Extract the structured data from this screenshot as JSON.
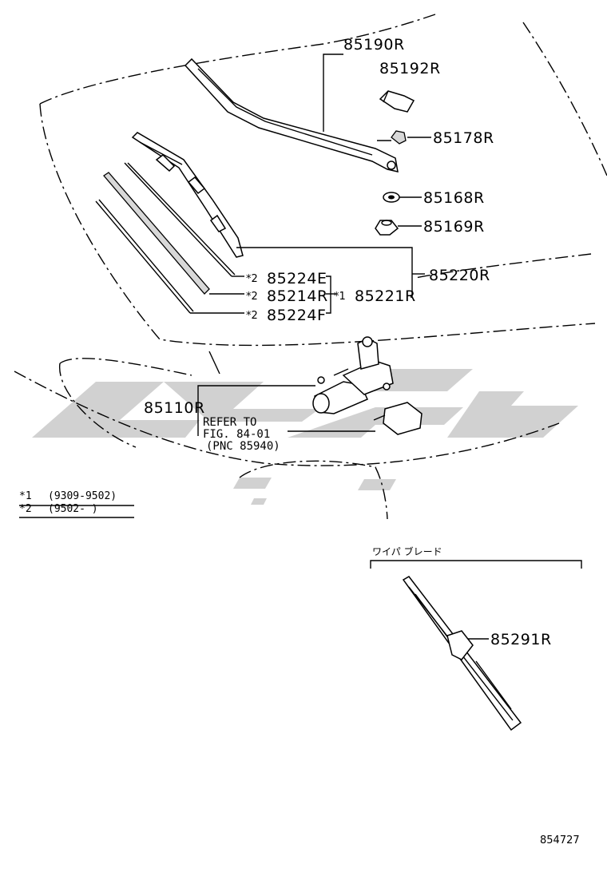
{
  "parts": {
    "arm_assy": "85190R",
    "arm_cap": "85192R",
    "nut": "85178R",
    "washer": "85168R",
    "cushion": "85169R",
    "blade_assy": "85220R",
    "rubber_e": "85224E",
    "rubber_r": "85214R",
    "rubber_f": "85224F",
    "rubber_x1": "85221R",
    "motor": "85110R",
    "blade_detail": "85291R"
  },
  "markers": {
    "x2_a": "*2",
    "x2_b": "*2",
    "x2_c": "*2",
    "x1": "*1"
  },
  "reference": {
    "line1": "REFER TO",
    "line2": "FIG. 84-01",
    "line3": "(PNC 85940)"
  },
  "legend": {
    "item1_mark": "*1",
    "item1_range": "(9309-9502)",
    "item2_mark": "*2",
    "item2_range": "(9502-        )"
  },
  "detail": {
    "title": "ワイパ ブレード"
  },
  "figure_number": "854727"
}
